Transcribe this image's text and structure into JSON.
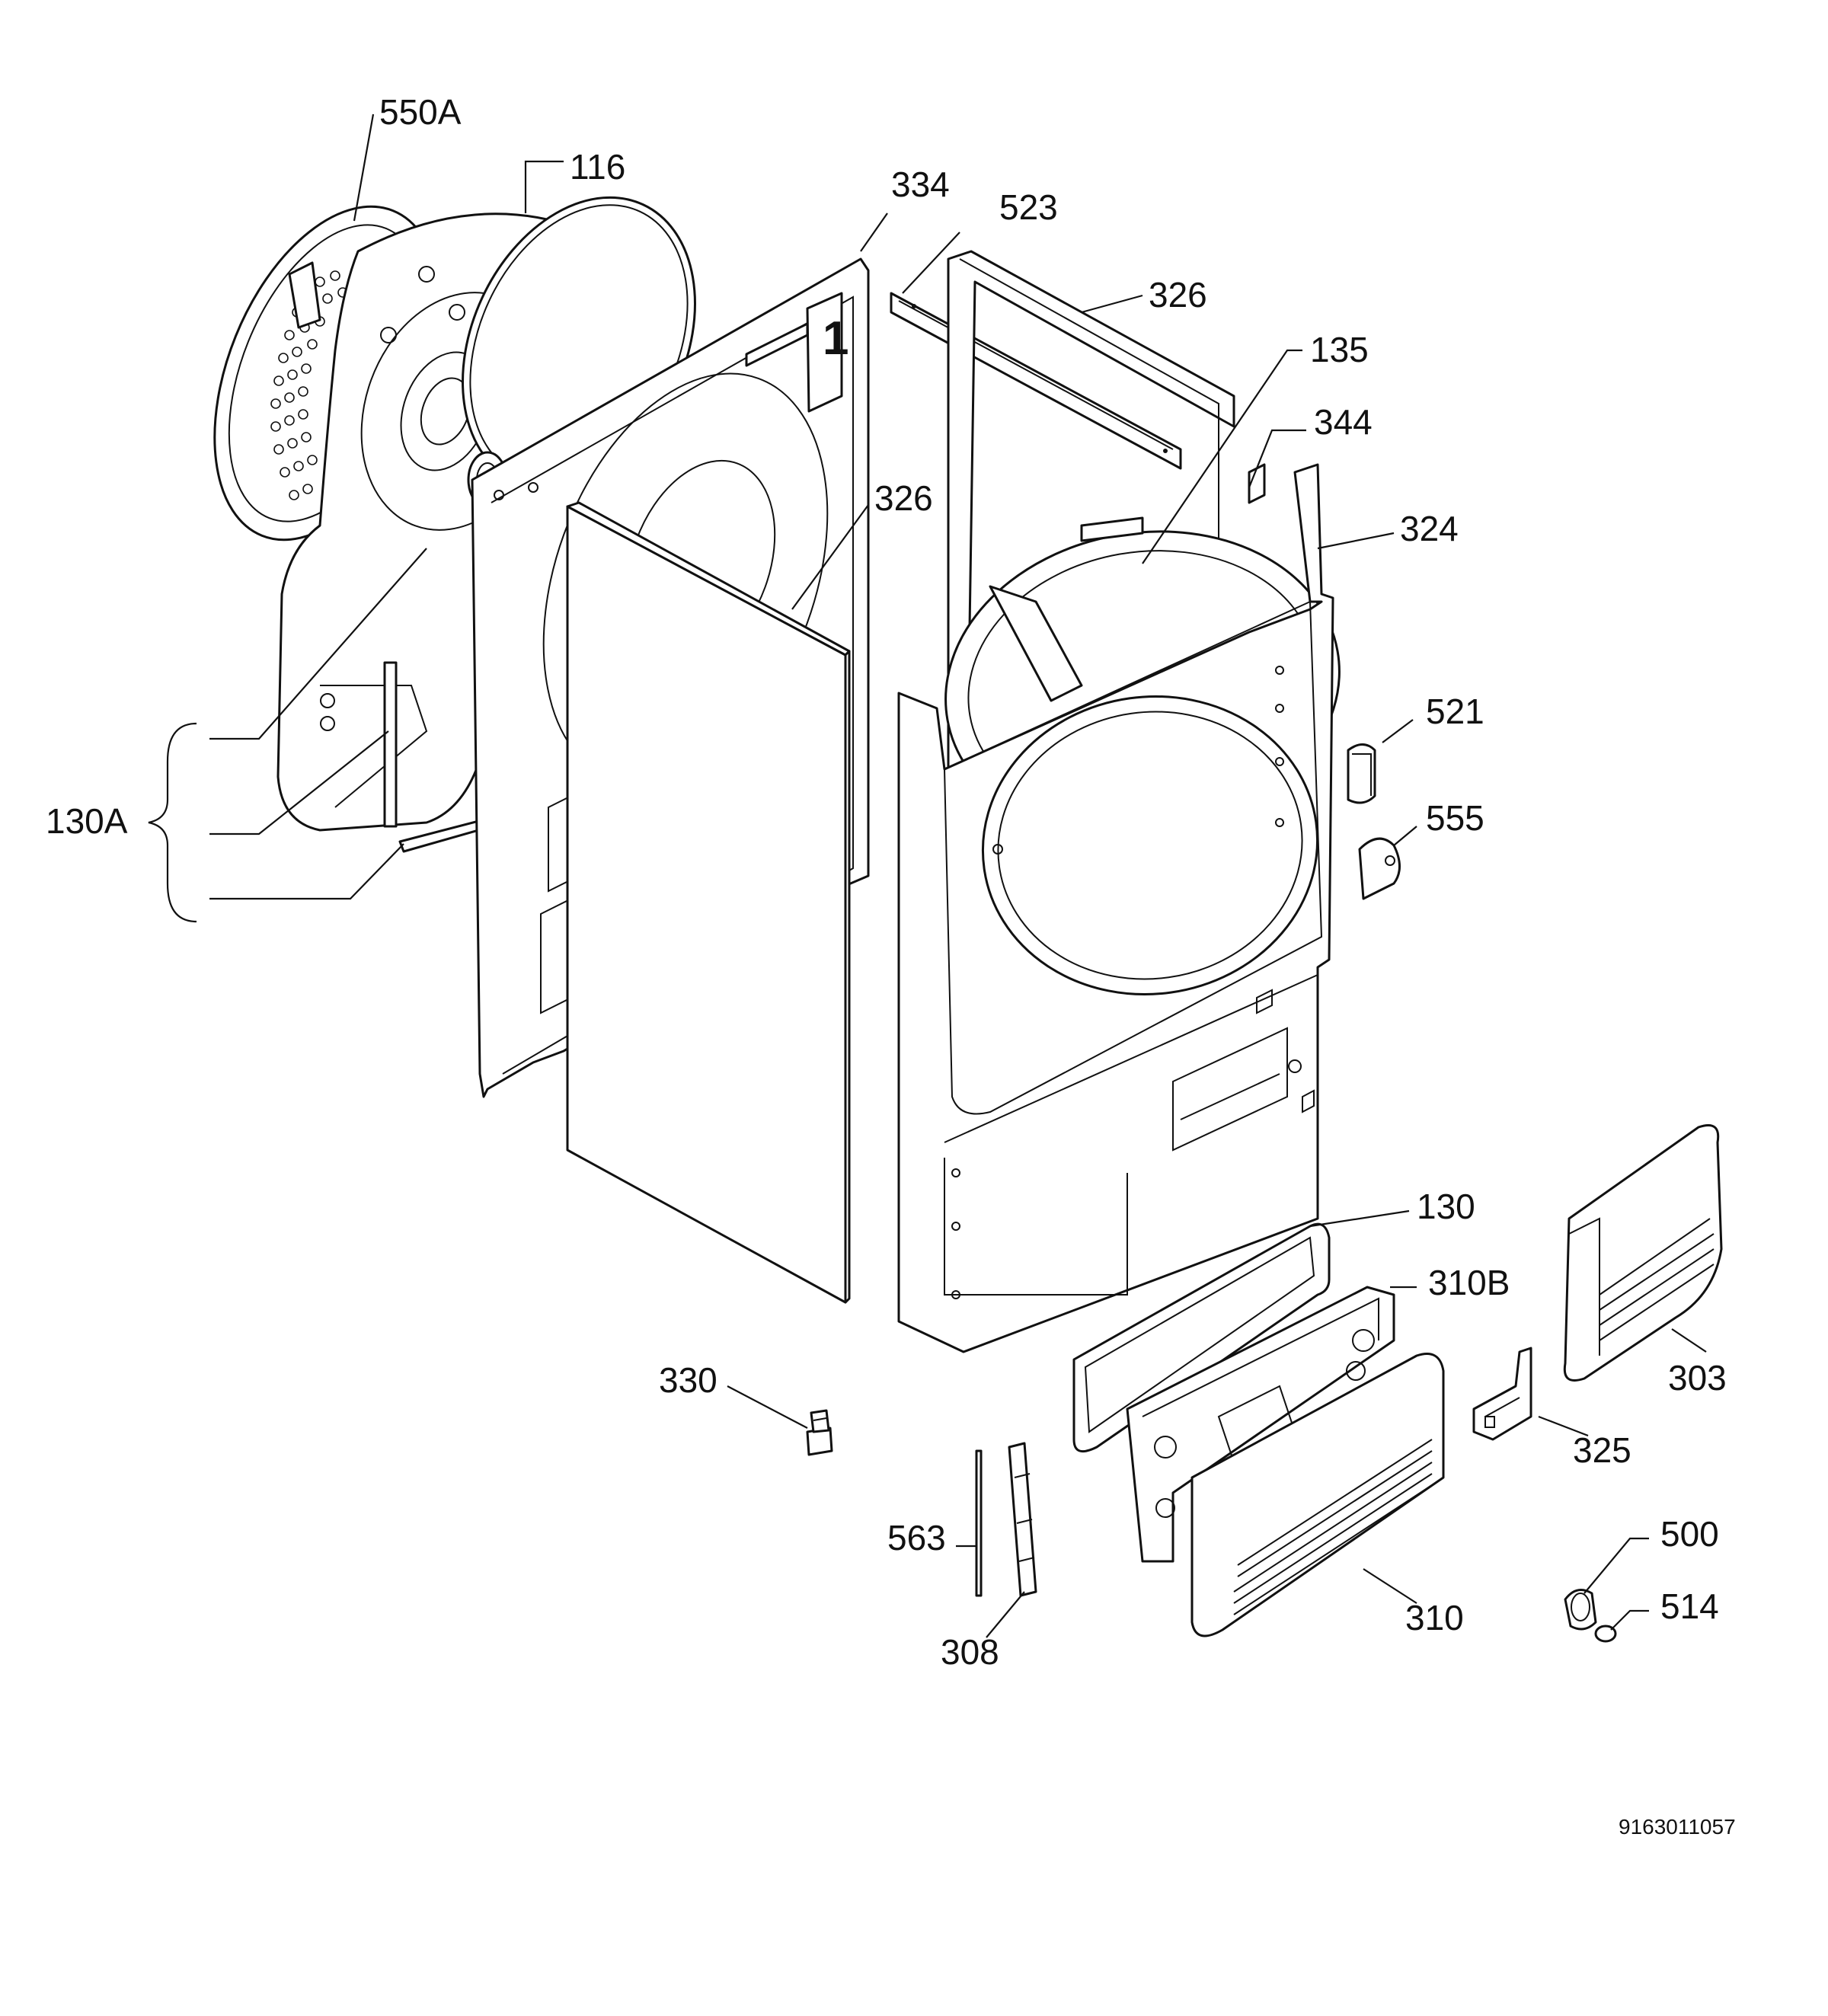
{
  "diagram": {
    "callouts": {
      "c550A": "550A",
      "c116": "116",
      "c334": "334",
      "c523": "523",
      "c326_top": "326",
      "c135": "135",
      "c344": "344",
      "c326_mid": "326",
      "c324": "324",
      "c130A": "130A",
      "c521": "521",
      "c555": "555",
      "c130": "130",
      "c310B": "310B",
      "c303": "303",
      "c330": "330",
      "c325": "325",
      "c563": "563",
      "c500": "500",
      "c514": "514",
      "c308": "308",
      "c310": "310"
    },
    "panel_number": "1",
    "document_number": "9163011057"
  }
}
